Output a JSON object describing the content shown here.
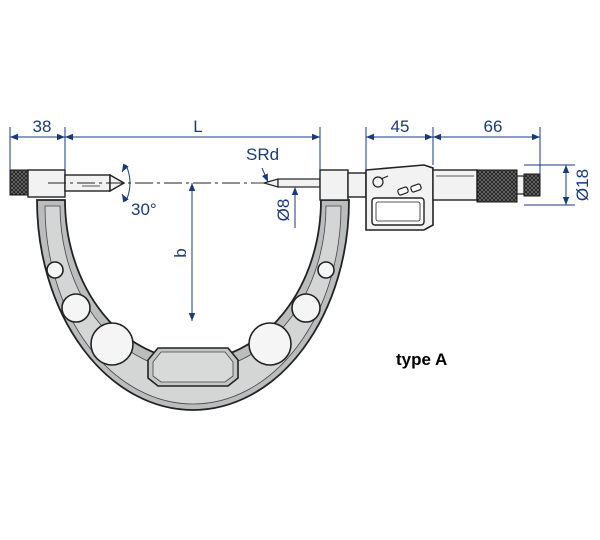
{
  "dimensions": {
    "left_width": "38",
    "length": "L",
    "display_width": "45",
    "thimble_length": "66",
    "spindle_diameter": "Ø18",
    "anvil_diameter": "Ø8",
    "tip_radius": "SRd",
    "tip_angle": "30°",
    "depth": "b"
  },
  "caption": "type A",
  "colors": {
    "dimension": "#1b3a78",
    "frame_fill": "#b9bdbd",
    "frame_inner": "#d6d8d8",
    "part_fill": "#f2f2f2",
    "knurl": "#1e1e1e",
    "outline": "#222222"
  }
}
